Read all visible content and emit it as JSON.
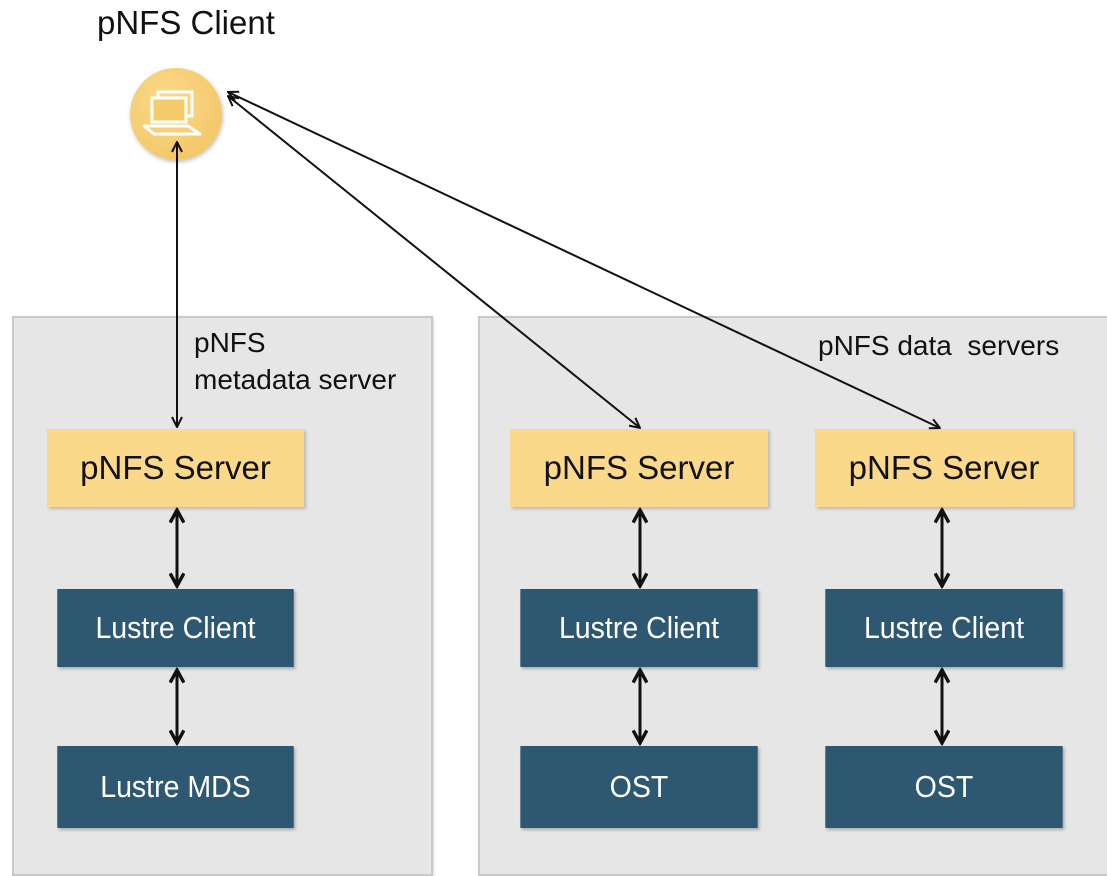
{
  "client": {
    "label": "pNFS Client",
    "icon": "laptop-icon"
  },
  "metadata_panel": {
    "label_line1": "pNFS",
    "label_line2": "metadata server",
    "server_label": "pNFS Server",
    "client_label": "Lustre Client",
    "backend_label": "Lustre MDS"
  },
  "data_panel": {
    "label": "pNFS data  servers",
    "stacks": [
      {
        "server_label": "pNFS Server",
        "client_label": "Lustre Client",
        "backend_label": "OST"
      },
      {
        "server_label": "pNFS Server",
        "client_label": "Lustre Client",
        "backend_label": "OST"
      }
    ]
  },
  "colors": {
    "server": "#fbd98a",
    "lustre": "#2e5771",
    "panel": "#e6e6e6",
    "arrow": "#111111"
  }
}
